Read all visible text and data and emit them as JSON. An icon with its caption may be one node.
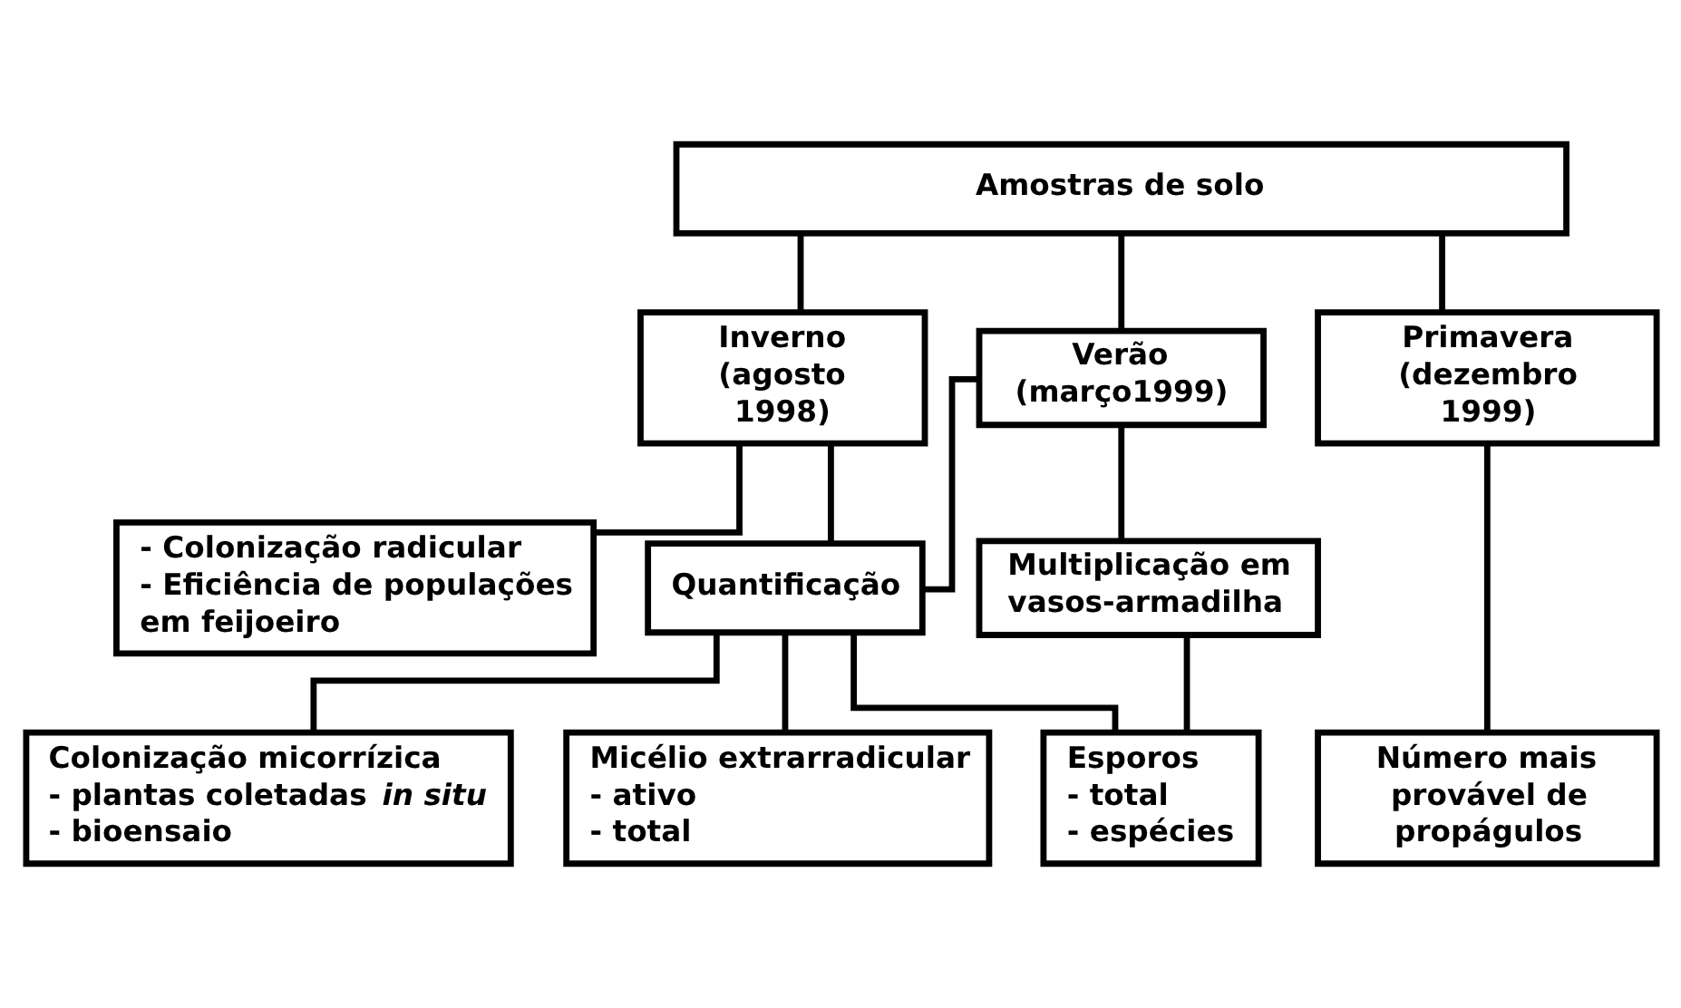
{
  "diagram": {
    "nodes": [
      {
        "text": [
          "Amostras de solo"
        ]
      },
      {
        "text": [
          "Inverno (agosto 1998)"
        ]
      },
      {
        "text": [
          "Verão (março1999)"
        ]
      },
      {
        "text": [
          "Primavera (dezembro 1999)"
        ]
      },
      {
        "text": [
          "- Colonização radicular",
          "- Eficiência de populações em feijoeiro"
        ]
      },
      {
        "text": [
          "Multiplicação em vasos-armadilha"
        ]
      },
      {
        "text": [
          "Quantificação"
        ]
      },
      {
        "text": [
          "Colonização micorrízica",
          "- plantas coletadas *in situ*",
          "- bioensaio"
        ]
      },
      {
        "text": [
          "Micélio extrarradicular",
          "- ativo",
          "- total"
        ]
      },
      {
        "text": [
          "Esporos",
          "- total",
          "- espécies"
        ]
      },
      {
        "text": [
          "Número mais provável de propágulos"
        ]
      }
    ],
    "edges": [
      {
        "from": 0,
        "to": 1,
        "arrow": "none"
      },
      {
        "from": 0,
        "to": 2,
        "arrow": "none"
      },
      {
        "from": 0,
        "to": 3,
        "arrow": "none"
      },
      {
        "from": 1,
        "to": 4,
        "arrow": "none"
      },
      {
        "from": 1,
        "to": 6,
        "arrow": "none"
      },
      {
        "from": 2,
        "to": 6,
        "arrow": "none"
      },
      {
        "from": 2,
        "to": 5,
        "arrow": "none"
      },
      {
        "from": 5,
        "to": 9,
        "arrow": "none"
      },
      {
        "from": 3,
        "to": 10,
        "arrow": "none"
      },
      {
        "from": 6,
        "to": 7,
        "arrow": "none"
      },
      {
        "from": 6,
        "to": 8,
        "arrow": "none"
      },
      {
        "from": 6,
        "to": 9,
        "arrow": "none"
      }
    ]
  }
}
